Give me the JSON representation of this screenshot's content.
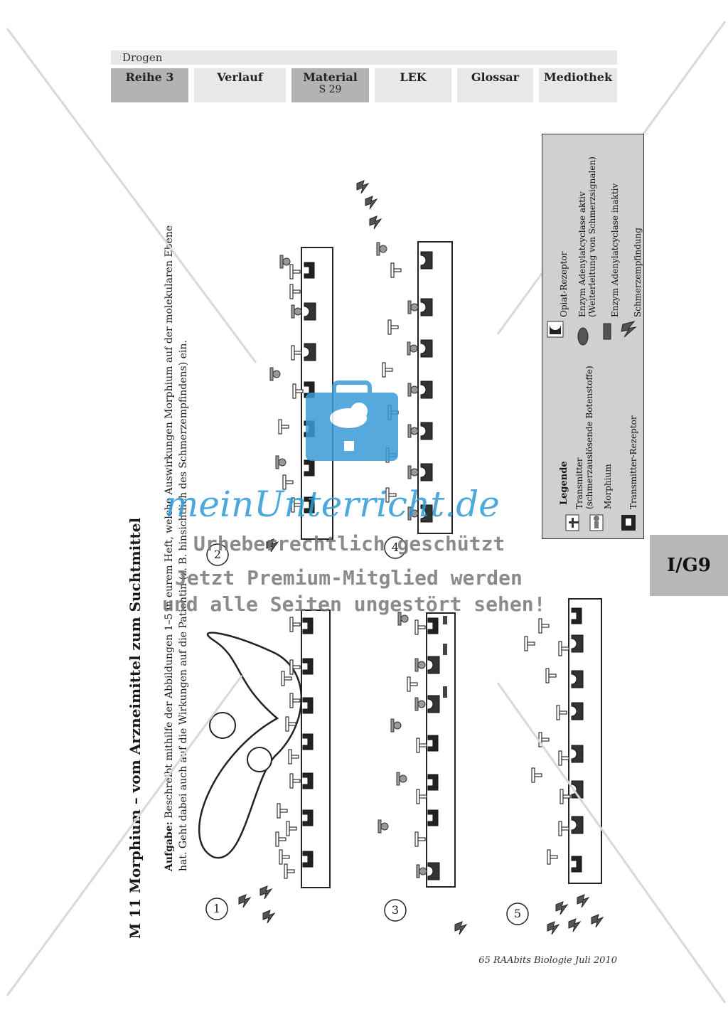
{
  "header": {
    "section": "Drogen",
    "tabs": [
      {
        "label": "Reihe 3",
        "sub": ""
      },
      {
        "label": "Verlauf",
        "sub": ""
      },
      {
        "label": "Material",
        "sub": "S 29"
      },
      {
        "label": "LEK",
        "sub": ""
      },
      {
        "label": "Glossar",
        "sub": ""
      },
      {
        "label": "Mediothek",
        "sub": ""
      }
    ]
  },
  "side_tag": "I/G9",
  "title": "M 11   Morphium – vom Arzneimittel zum Suchtmittel",
  "task": {
    "label": "Aufgabe:",
    "line1": "Beschreibt mithilfe der Abbildungen 1–5 in eurem Heft, welche Auswirkungen Morphium auf der molekularen Ebene",
    "line2": "hat. Geht dabei auch auf die Wirkungen auf die Patientin (z. B. hinsichtlich des Schmerzempfindens) ein."
  },
  "figure_numbers": [
    "1",
    "2",
    "3",
    "4",
    "5"
  ],
  "legend": {
    "title": "Legende",
    "items": [
      {
        "label": "Transmitter",
        "sub": "(schmerzauslösende Botenstoffe)",
        "icon": "transmitter-icon"
      },
      {
        "label": "Morphium",
        "sub": "",
        "icon": "morphium-icon"
      },
      {
        "label": "Transmitter-Rezeptor",
        "sub": "",
        "icon": "transmitter-receptor-icon"
      },
      {
        "label": "Opiat-Rezeptor",
        "sub": "",
        "icon": "opiate-receptor-icon"
      },
      {
        "label": "Enzym Adenylatcyclase aktiv",
        "sub": "(Weiterleitung von Schmerzsignalen)",
        "icon": "enzyme-active-icon"
      },
      {
        "label": "Enzym Adenylatcyclase inaktiv",
        "sub": "",
        "icon": "enzyme-inactive-icon"
      },
      {
        "label": "Schmerzempfindung",
        "sub": "",
        "icon": "lightning-icon"
      }
    ]
  },
  "watermark": {
    "brand": "meinUnterricht.de",
    "line1": "Urheberrechtlich geschützt",
    "line2": "Jetzt Premium-Mitglied werden",
    "line3": "und alle Seiten ungestört sehen!"
  },
  "footer": "65 RAAbits Biologie Juli 2010"
}
